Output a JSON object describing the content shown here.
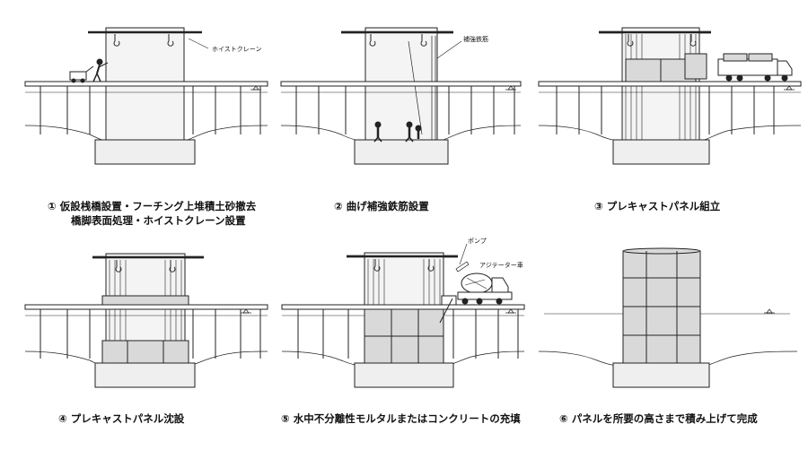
{
  "steps": [
    {
      "num": "①",
      "caption_line1": "仮設桟橋設置・フーチング上堆積土砂撤去",
      "caption_line2": "橋脚表面処理・ホイストクレーン設置"
    },
    {
      "num": "②",
      "caption_line1": "曲げ補強鉄筋設置"
    },
    {
      "num": "③",
      "caption_line1": "プレキャストパネル組立"
    },
    {
      "num": "④",
      "caption_line1": "プレキャストパネル沈設"
    },
    {
      "num": "⑤",
      "caption_line1": "水中不分離性モルタルまたはコンクリートの充填"
    },
    {
      "num": "⑥",
      "caption_line1": "パネルを所要の高さまで積み上げて完成"
    }
  ],
  "labels": {
    "hoist_crane": "ホイストクレーン",
    "rebar": "補強鉄筋",
    "pump": "ポンプ",
    "agitator": "アジテーター車"
  },
  "colors": {
    "line": "#222222",
    "panel": "#d9d9d9",
    "pier": "#f4f4f4",
    "footing": "#efefef"
  }
}
